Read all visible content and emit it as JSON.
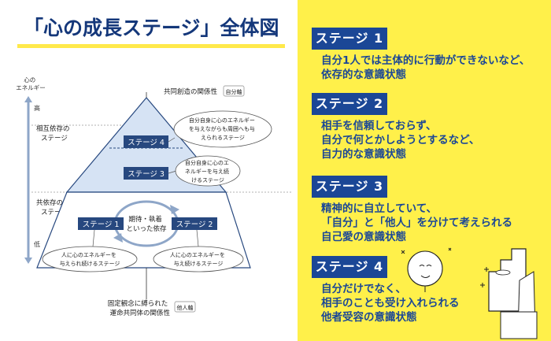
{
  "title": "「心の成長ステージ」全体図",
  "axis": {
    "label": "心の\nエネルギー",
    "high": "高",
    "low": "低"
  },
  "pyramid": {
    "top_caption": "共同創造の関係性",
    "top_badge": "自分軸",
    "bottom_caption": "固定観念に縛られた\n運命共同体の関係性",
    "bottom_badge": "他人軸",
    "zone_upper": "相互依存の\nステージ",
    "zone_lower": "共依存の\nステージ",
    "stage4_label": "ステージ 4",
    "stage3_label": "ステージ 3",
    "stage1_label": "ステージ 1",
    "stage2_label": "ステージ 2",
    "cycle_text": "期待・執着\nといった依存",
    "bubble_stage4": "自分自身に心のエネルギー\nを与えながらも周囲へも与\nえられるステージ",
    "bubble_stage3": "自分自身に心のエ\nネルギーを与え続\nけるステージ",
    "bubble_stage1": "人に心のエネルギーを\n与えられ続けるステージ",
    "bubble_stage2": "人に心のエネルギーを\n与え続けるステージ"
  },
  "stages": [
    {
      "label": "ステージ 1",
      "text": "自分1人では主体的に行動ができないなど、\n依存的な意識状態"
    },
    {
      "label": "ステージ 2",
      "text": "相手を信頼しておらず、\n自分で何とかしようとするなど、\n自力的な意識状態"
    },
    {
      "label": "ステージ 3",
      "text": "精神的に自立していて、\n「自分」と「他人」を分けて考えられる\n自己愛の意識状態"
    },
    {
      "label": "ステージ 4",
      "text": "自分だけでなく、\n相手のことも受け入れられる\n他者受容の意識状態"
    }
  ],
  "colors": {
    "navy": "#1b4796",
    "title_navy": "#14377a",
    "yellow": "#fff04a",
    "pyramid_fill": "#d6e3f4",
    "line": "#27487f"
  }
}
